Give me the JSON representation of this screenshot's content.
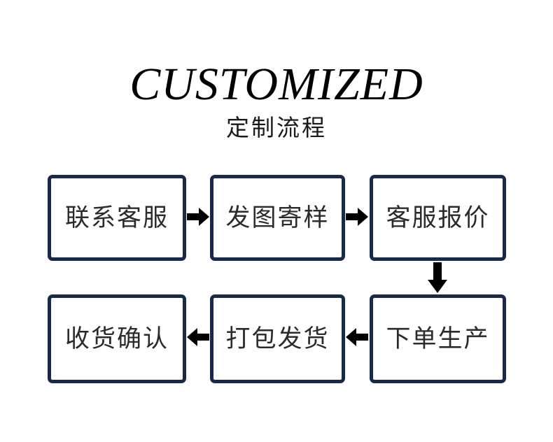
{
  "header": {
    "title": "CUSTOMIZED",
    "subtitle": "定制流程"
  },
  "colors": {
    "node_border": "#18294a",
    "node_background": "#ffffff",
    "node_text": "#2b2b2b",
    "arrow": "#000000",
    "page_background": "#ffffff",
    "title_text": "#000000"
  },
  "flow": {
    "nodes": [
      {
        "label": "联系客服"
      },
      {
        "label": "发图寄样"
      },
      {
        "label": "客服报价"
      },
      {
        "label": "下单生产"
      },
      {
        "label": "打包发货"
      },
      {
        "label": "收货确认"
      }
    ],
    "arrows": [
      {
        "direction": "right",
        "from": "联系客服",
        "to": "发图寄样"
      },
      {
        "direction": "right",
        "from": "发图寄样",
        "to": "客服报价"
      },
      {
        "direction": "down",
        "from": "客服报价",
        "to": "下单生产"
      },
      {
        "direction": "left",
        "from": "下单生产",
        "to": "打包发货"
      },
      {
        "direction": "left",
        "from": "打包发货",
        "to": "收货确认"
      }
    ]
  }
}
